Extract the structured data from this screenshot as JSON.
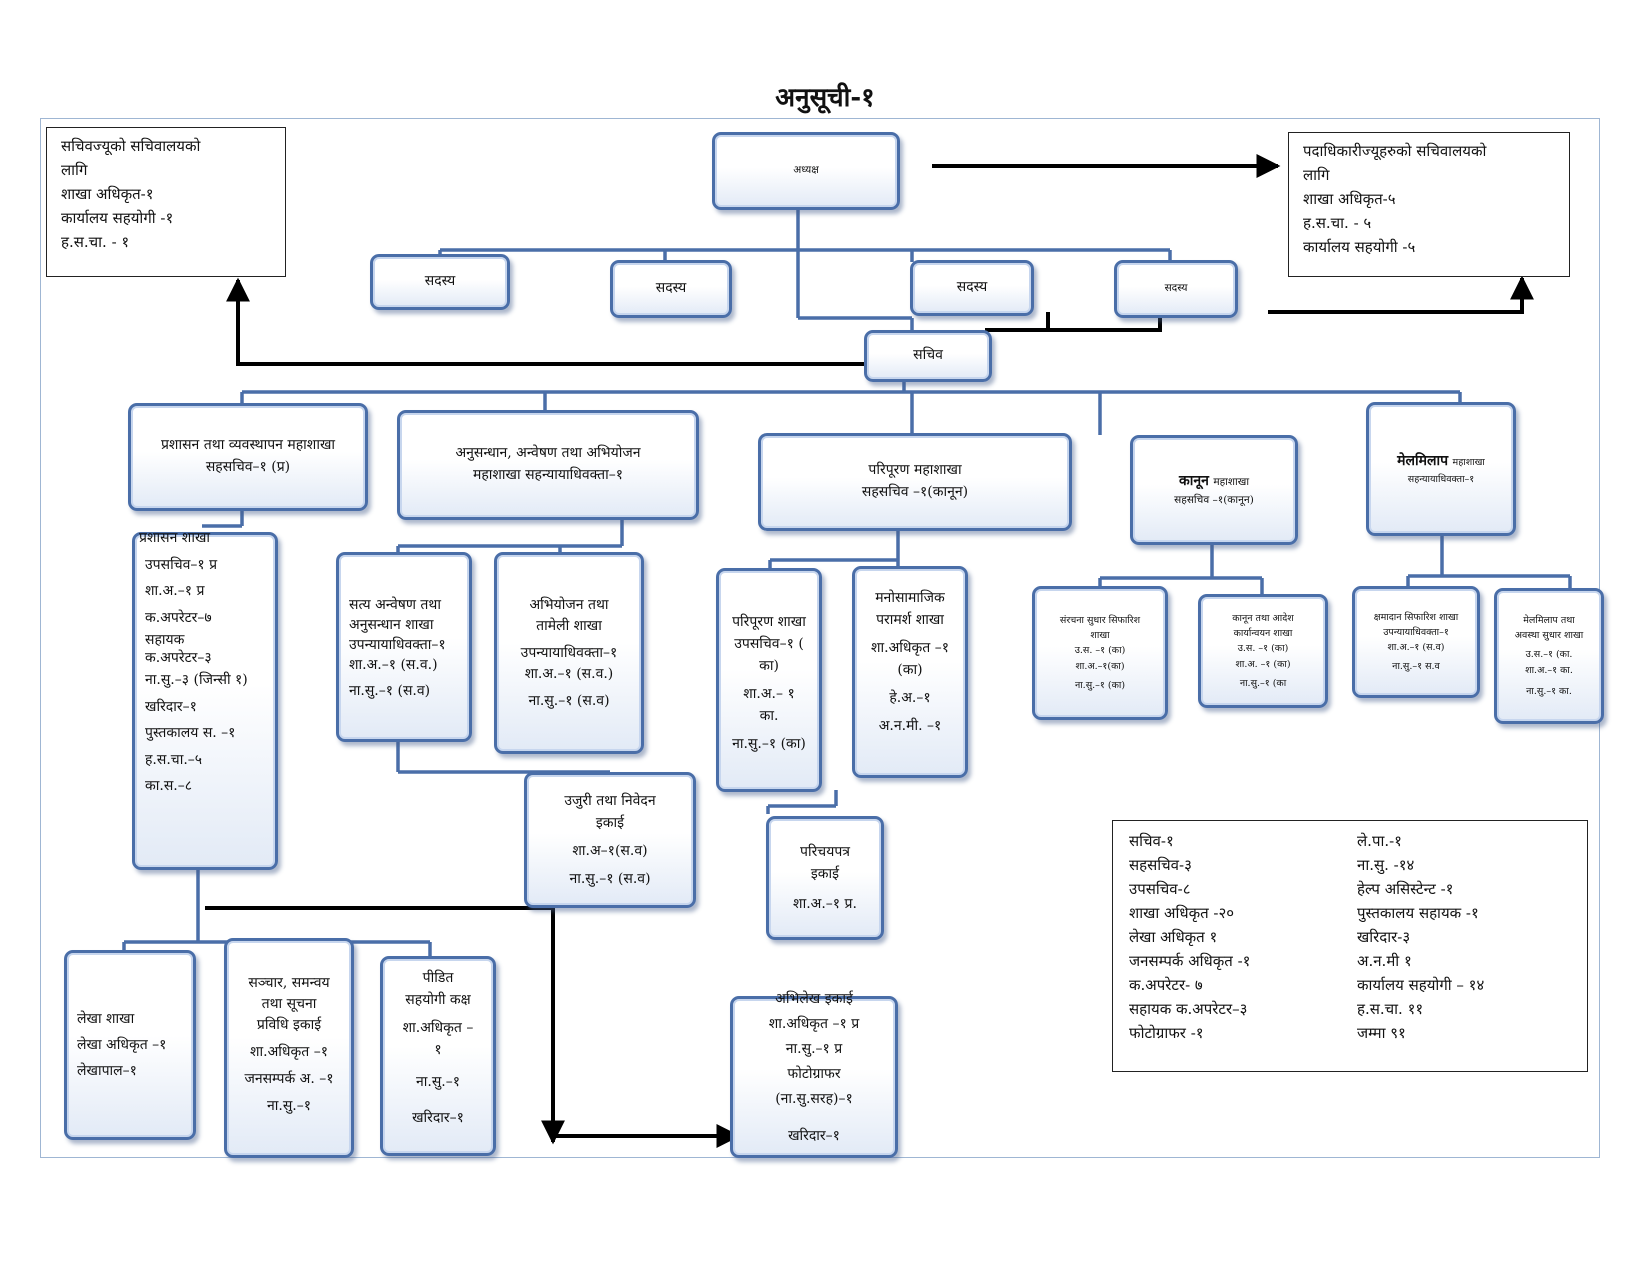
{
  "title": "अनुसूची-१",
  "side_left": [
    "सचिवज्यूको सचिवालयको",
    "लागि",
    "शाखा अधिकृत-१",
    "कार्यालय सहयोगी -१",
    "ह.स.चा. - १"
  ],
  "side_right": [
    "पदाधिकारीज्यूहरुको सचिवालयको",
    "लागि",
    "शाखा अधिकृत-५",
    "ह.स.चा. - ५",
    "कार्यालय सहयोगी -५"
  ],
  "chair": "अध्यक्ष",
  "members": [
    "सदस्य",
    "सदस्य",
    "सदस्य",
    "सदस्य"
  ],
  "secretary": "सचिव",
  "div_admin": [
    "प्रशासन तथा व्यवस्थापन महाशाखा",
    "सहसचिव–१ (प्र)"
  ],
  "div_research": [
    "अनुसन्धान, अन्वेषण तथा अभियोजन",
    "महाशाखा सहन्यायाधिवक्ता–१"
  ],
  "div_reparation": [
    "परिपूरण महाशाखा",
    "सहसचिव –१(कानून)"
  ],
  "div_law": {
    "name": "कानून",
    "suffix": "महाशाखा",
    "sub": "सहसचिव –१(कानून)"
  },
  "div_recon": {
    "name": "मेलमिलाप",
    "suffix": "महाशाखा",
    "sub": "सहन्यायाधिवक्ता–१"
  },
  "admin_branch": [
    "प्रशासन शाखा",
    "उपसचिव–१ प्र",
    "शा.अ.–१ प्र",
    "क.अपरेटर–७",
    "सहायक",
    "क.अपरेटर–३",
    "ना.सु.–३ (जिन्सी १)",
    "खरिदार–१",
    "पुस्तकालय स. –१",
    "ह.स.चा.–५",
    "का.स.–८"
  ],
  "truth_branch": [
    "सत्य अन्वेषण तथा",
    "अनुसन्धान शाखा",
    "उपन्यायाधिवक्ता–१",
    "शा.अ.–१ (स.व.)",
    "ना.सु.–१ (स.व)"
  ],
  "prosecution_branch": [
    "अभियोजन तथा",
    "तामेली शाखा",
    "उपन्यायाधिवक्ता–१",
    "शा.अ.–१ (स.व.)",
    "ना.सु.–१ (स.व)"
  ],
  "complaint_unit": [
    "उजुरी तथा निवेदन",
    "इकाई",
    "शा.अ–१(स.व)",
    "ना.सु.–१ (स.व)"
  ],
  "reparation_branch": [
    "परिपूरण शाखा",
    "उपसचिव–१ (",
    "का)",
    "शा.अ.– १",
    "का.",
    "ना.सु.–१ (का)"
  ],
  "psycho_branch": [
    "मनोसामाजिक",
    "परामर्श शाखा",
    "शा.अधिकृत –१",
    "(का)",
    "हे.अ.–१",
    "अ.न.मी. –१"
  ],
  "idcard_unit": [
    "परिचयपत्र",
    "इकाई",
    "शा.अ.–१ प्र."
  ],
  "structure_branch": [
    "संरचना सुधार सिफारिश",
    "शाखा",
    "उ.स. –१ (का)",
    "शा.अ.–१(का)",
    "ना.सु.–१ (का)"
  ],
  "lawimpl_branch": [
    "कानून तथा आदेश",
    "कार्यान्वयन शाखा",
    "उ.स. –१ (का)",
    "शा.अ. –१ (का)",
    "ना.सु.–१ (का"
  ],
  "amnesty_branch": [
    "क्षमादान सिफारिश शाखा",
    "उपन्यायाधिवक्ता–१",
    "शा.अ.–१ (स.व)",
    "ना.सु.–१ स.व"
  ],
  "recon_branch": [
    "मेलमिलाप तथा",
    "अवस्था सुधार शाखा",
    "उ.स.–१ (का.",
    "शा.अ.–१ का.",
    "ना.सु.–१ का."
  ],
  "accounts_branch": [
    "लेखा शाखा",
    "लेखा अधिकृत –१",
    "लेखापाल–१"
  ],
  "comm_unit": [
    "सञ्चार, समन्वय",
    "तथा सूचना",
    "प्रविधि इकाई",
    "शा.अधिकृत –१",
    "जनसम्पर्क अ. –१",
    "ना.सु.–१"
  ],
  "victim_cell": [
    "पीडित",
    "सहयोगी कक्ष",
    "शा.अधिकृत –",
    "१",
    "ना.सु.–१",
    "खरिदार–१"
  ],
  "records_unit": [
    "अभिलेख इकाई",
    "शा.अधिकृत –१ प्र",
    "ना.सु.–१ प्र",
    "फोटोग्राफर",
    "(ना.सु.सरह)–१",
    "खरिदार–१"
  ],
  "summary_left": [
    "सचिव-१",
    "सहसचिव-३",
    "उपसचिव-८",
    "शाखा अधिकृत -२०",
    "लेखा अधिकृत १",
    "जनसम्पर्क अधिकृत -१",
    "क.अपरेटर- ७",
    "सहायक क.अपरेटर–३",
    "फोटोग्राफर -१"
  ],
  "summary_right": [
    "ले.पा.-१",
    "ना.सु. -१४",
    "हेल्प असिस्टेन्ट -१",
    "पुस्तकालय सहायक -१",
    "खरिदार-३",
    "अ.न.मी १",
    "कार्यालय सहयोगी – १४",
    "ह.स.चा. ११",
    "जम्मा ९१"
  ],
  "colors": {
    "box_border": "#4a6ea8",
    "line": "#4a6ea8",
    "arrow": "#000000"
  }
}
